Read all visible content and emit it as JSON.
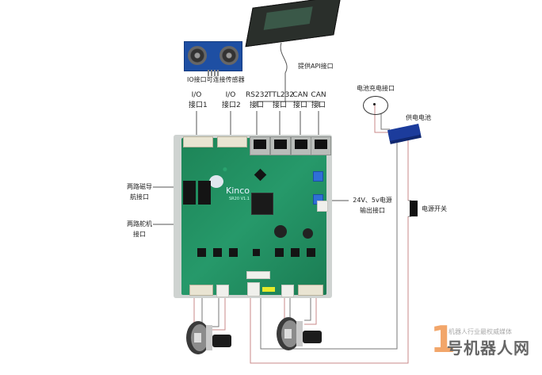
{
  "diagram": {
    "title": "Kinco controller board wiring diagram",
    "board_label": "Kinco",
    "board_sublabel": "SR20 V1.1",
    "labels": {
      "sensor": "IO接口可连接传感器",
      "api": "提供API接口",
      "io1_line1": "I/O",
      "io1_line2": "接口1",
      "io2_line1": "I/O",
      "io2_line2": "接口2",
      "rs232_line1": "RS232",
      "rs232_line2": "接口",
      "ttl232_line1": "TTL232",
      "ttl232_line2": "接口",
      "can1_line1": "CAN",
      "can1_line2": "接口",
      "can2_line1": "CAN",
      "can2_line2": "接口",
      "charge_port": "电池充电接口",
      "battery": "供电电池",
      "magnetic_nav_line1": "两路磁导",
      "magnetic_nav_line2": "航接口",
      "servo_line1": "两路舵机",
      "servo_line2": "接口",
      "power_out_line1": "24V、5v电源",
      "power_out_line2": "输出接口",
      "power_switch": "电源开关"
    },
    "colors": {
      "wire_red": "#c98a8a",
      "wire_gray": "#777777",
      "pcb_green": "#1f8a5c",
      "battery_blue": "#1c3c9c",
      "logo_orange": "#f2a66a"
    }
  },
  "watermark": {
    "number": "1",
    "tagline": "机器人行业最权威媒体",
    "name": "号机器人网"
  }
}
